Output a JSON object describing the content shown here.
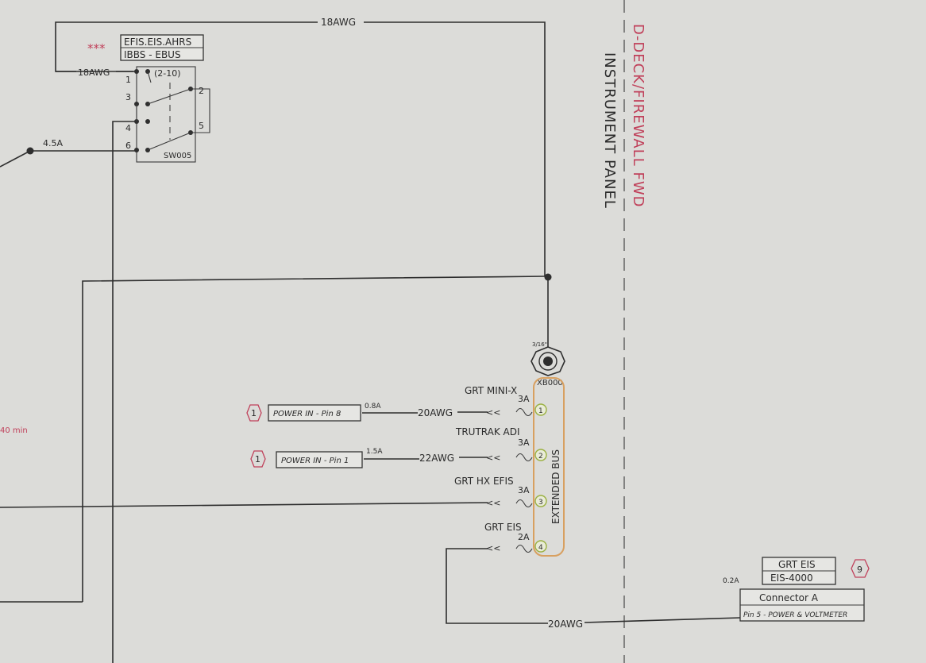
{
  "colors": {
    "paper": "#dcdcd9",
    "ink": "#2e2e2e",
    "firewall": "#c0405a",
    "bus": "#d8a060",
    "fuse_tab": "#9ab040"
  },
  "labels": {
    "top_wire_gauge": "18AWG",
    "loop_wire_gauge": "18AWG",
    "feed_current": "4.5A",
    "left_note": "40 min",
    "asterisks": "***",
    "switch_label_line1": "EFIS.EIS.AHRS",
    "switch_label_line2": "IBBS - EBUS",
    "switch_range": "(2-10)",
    "switch_id": "SW005",
    "pins": [
      "1",
      "3",
      "4",
      "6",
      "2",
      "5"
    ],
    "bus_connector_tag": "3/16\"",
    "bus_id": "XB000",
    "bus_name": "EXTENDED BUS",
    "instrument_panel": "INSTRUMENT PANEL",
    "firewall": "D-DECK/FIREWALL FWD"
  },
  "fuses": [
    {
      "name": "GRT MINI-X",
      "rating": "3A",
      "slot": "1",
      "wire": "20AWG",
      "current": "0.8A",
      "ref": "1",
      "load": "POWER IN - Pin 8"
    },
    {
      "name": "TRUTRAK ADI",
      "rating": "3A",
      "slot": "2",
      "wire": "22AWG",
      "current": "1.5A",
      "ref": "1",
      "load": "POWER IN - Pin 1"
    },
    {
      "name": "GRT HX EFIS",
      "rating": "3A",
      "slot": "3"
    },
    {
      "name": "GRT EIS",
      "rating": "2A",
      "slot": "4"
    }
  ],
  "eis": {
    "wire": "20AWG",
    "current": "0.2A",
    "title_line1": "GRT EIS",
    "title_line2": "EIS-4000",
    "ref": "9",
    "connector": "Connector A",
    "pin": "Pin 5 - POWER & VOLTMETER"
  }
}
